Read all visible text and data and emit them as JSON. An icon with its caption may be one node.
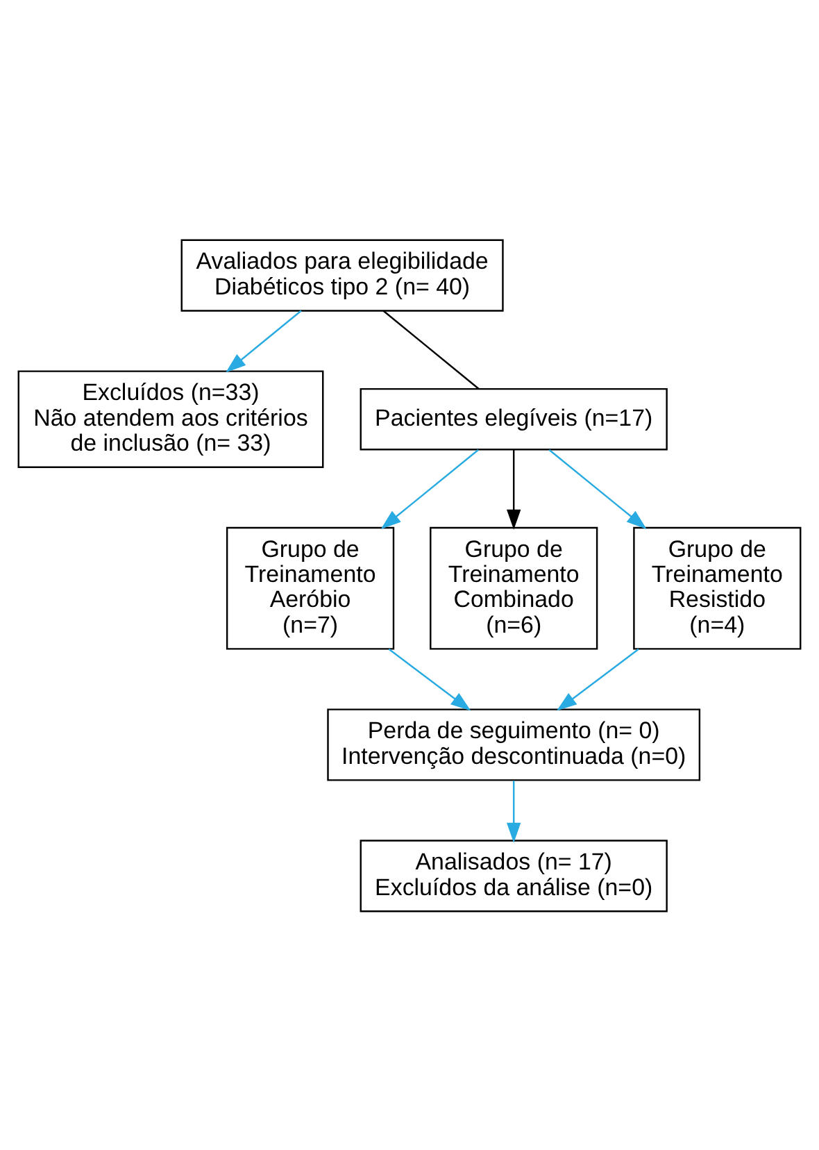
{
  "diagram": {
    "nodes": [
      {
        "text": [
          "Avaliados para elegibilidade",
          "Diabéticos tipo 2 (n= 40)"
        ]
      },
      {
        "text": [
          "Excluídos (n=33)",
          "Não atendem aos critérios de inclusão (n= 33)"
        ]
      },
      {
        "text": [
          "Pacientes elegíveis (n=17)"
        ]
      },
      {
        "text": [
          "Grupo de Treinamento Aeróbio (n=7)"
        ]
      },
      {
        "text": [
          "Grupo de Treinamento Combinado (n=6)"
        ]
      },
      {
        "text": [
          "Grupo de Treinamento Resistido (n=4)"
        ]
      },
      {
        "text": [
          "Perda de seguimento (n= 0)",
          "Intervenção descontinuada (n=0)"
        ]
      },
      {
        "text": [
          "Analisados (n= 17)",
          "Excluídos da análise (n=0)"
        ]
      }
    ],
    "edges": [
      {
        "from": 0,
        "to": 2,
        "arrow": "none",
        "color": "#000000"
      },
      {
        "from": 0,
        "to": 1,
        "arrow": "to",
        "color": "#29abe2"
      },
      {
        "from": 2,
        "to": 3,
        "arrow": "to",
        "color": "#29abe2"
      },
      {
        "from": 2,
        "to": 4,
        "arrow": "to",
        "color": "#000000"
      },
      {
        "from": 2,
        "to": 5,
        "arrow": "to",
        "color": "#29abe2"
      },
      {
        "from": 3,
        "to": 6,
        "arrow": "to",
        "color": "#29abe2"
      },
      {
        "from": 5,
        "to": 6,
        "arrow": "to",
        "color": "#29abe2"
      },
      {
        "from": 6,
        "to": 7,
        "arrow": "to",
        "color": "#29abe2"
      }
    ]
  }
}
